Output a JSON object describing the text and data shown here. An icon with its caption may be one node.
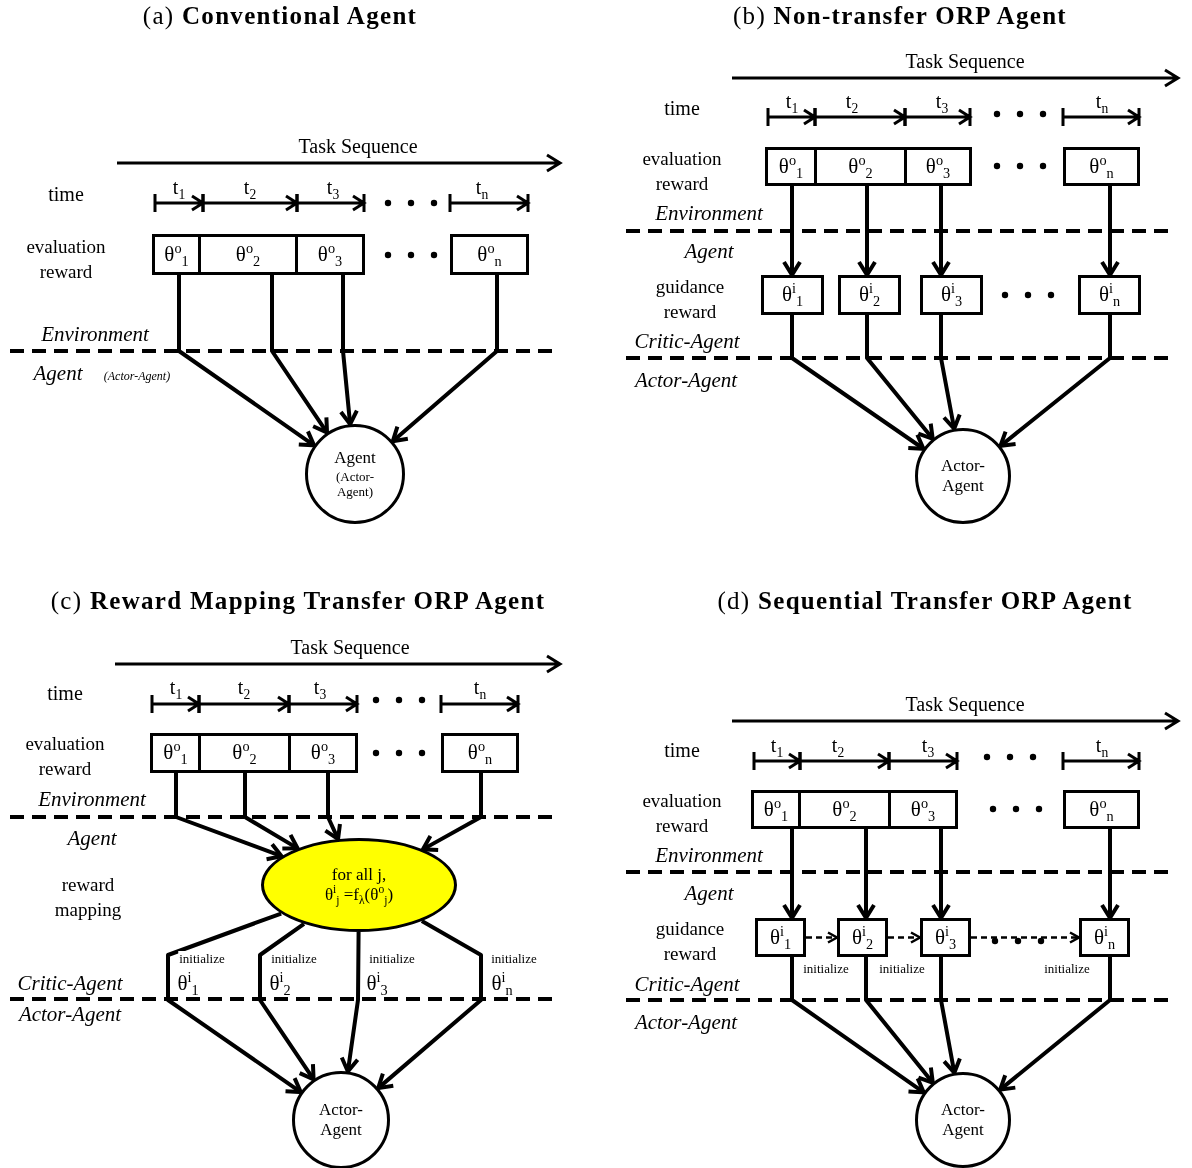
{
  "diagram": {
    "nodes": [
      {
        "text": [
          "θ$^{o}$$_{1}$"
        ]
      },
      {
        "text": [
          "θ$^{o}$$_{2}$"
        ]
      },
      {
        "text": [
          "θ$^{o}$$_{3}$"
        ]
      },
      {
        "text": [
          "θ$^{o}$$_{n}$"
        ]
      },
      {
        "text": [
          "Agent",
          "(Actor-Agent)"
        ]
      },
      {
        "text": [
          "θ$^{o}$$_{1}$"
        ]
      },
      {
        "text": [
          "θ$^{o}$$_{2}$"
        ]
      },
      {
        "text": [
          "θ$^{o}$$_{3}$"
        ]
      },
      {
        "text": [
          "θ$^{o}$$_{n}$"
        ]
      },
      {
        "text": [
          "θ$^{i}$$_{1}$"
        ]
      },
      {
        "text": [
          "θ$^{i}$$_{2}$"
        ]
      },
      {
        "text": [
          "θ$^{i}$$_{3}$"
        ]
      },
      {
        "text": [
          "θ$^{i}$$_{n}$"
        ]
      },
      {
        "text": [
          "Actor-Agent"
        ]
      },
      {
        "text": [
          "θ$^{o}$$_{1}$"
        ]
      },
      {
        "text": [
          "θ$^{o}$$_{2}$"
        ]
      },
      {
        "text": [
          "θ$^{o}$$_{3}$"
        ]
      },
      {
        "text": [
          "θ$^{o}$$_{n}$"
        ]
      },
      {
        "text": [
          "for all j,",
          "θ$^{i}$$_{j}$ =f$_{λ}$(θ$^{o}$$_{j}$)"
        ]
      },
      {
        "text": [
          "Actor-Agent"
        ]
      },
      {
        "text": [
          "θ$^{o}$$_{1}$"
        ]
      },
      {
        "text": [
          "θ$^{o}$$_{2}$"
        ]
      },
      {
        "text": [
          "θ$^{o}$$_{3}$"
        ]
      },
      {
        "text": [
          "θ$^{o}$$_{n}$"
        ]
      },
      {
        "text": [
          "θ$^{i}$$_{1}$"
        ]
      },
      {
        "text": [
          "θ$^{i}$$_{2}$"
        ]
      },
      {
        "text": [
          "θ$^{i}$$_{3}$"
        ]
      },
      {
        "text": [
          "θ$^{i}$$_{n}$"
        ]
      },
      {
        "text": [
          "Actor-Agent"
        ]
      }
    ],
    "edges": [
      {
        "from": 0,
        "to": 4,
        "arrow": "to"
      },
      {
        "from": 1,
        "to": 4,
        "arrow": "to"
      },
      {
        "from": 2,
        "to": 4,
        "arrow": "to"
      },
      {
        "from": 3,
        "to": 4,
        "arrow": "to"
      },
      {
        "from": 5,
        "to": 9,
        "arrow": "to"
      },
      {
        "from": 6,
        "to": 10,
        "arrow": "to"
      },
      {
        "from": 7,
        "to": 11,
        "arrow": "to"
      },
      {
        "from": 8,
        "to": 12,
        "arrow": "to"
      },
      {
        "from": 9,
        "to": 13,
        "arrow": "to"
      },
      {
        "from": 10,
        "to": 13,
        "arrow": "to"
      },
      {
        "from": 11,
        "to": 13,
        "arrow": "to"
      },
      {
        "from": 12,
        "to": 13,
        "arrow": "to"
      },
      {
        "from": 14,
        "to": 18,
        "arrow": "to"
      },
      {
        "from": 15,
        "to": 18,
        "arrow": "to"
      },
      {
        "from": 16,
        "to": 18,
        "arrow": "to"
      },
      {
        "from": 17,
        "to": 18,
        "arrow": "to"
      },
      {
        "from": 18,
        "to": 19,
        "arrow": "to",
        "label": "initialize"
      },
      {
        "from": 18,
        "to": 19,
        "arrow": "to",
        "label": "initialize"
      },
      {
        "from": 18,
        "to": 19,
        "arrow": "to",
        "label": "initialize"
      },
      {
        "from": 18,
        "to": 19,
        "arrow": "to",
        "label": "initialize"
      },
      {
        "from": 20,
        "to": 24,
        "arrow": "to"
      },
      {
        "from": 21,
        "to": 25,
        "arrow": "to"
      },
      {
        "from": 22,
        "to": 26,
        "arrow": "to"
      },
      {
        "from": 23,
        "to": 27,
        "arrow": "to"
      },
      {
        "from": 24,
        "to": 25,
        "arrow": "to",
        "label": "initialize",
        "style": "dashed"
      },
      {
        "from": 25,
        "to": 26,
        "arrow": "to",
        "label": "initialize",
        "style": "dashed"
      },
      {
        "from": 26,
        "to": 27,
        "arrow": "to",
        "label": "initialize",
        "style": "dashed"
      },
      {
        "from": 24,
        "to": 28,
        "arrow": "to"
      },
      {
        "from": 25,
        "to": 28,
        "arrow": "to"
      },
      {
        "from": 26,
        "to": 28,
        "arrow": "to"
      },
      {
        "from": 27,
        "to": 28,
        "arrow": "to"
      }
    ],
    "labels": [
      "(a) **Conventional Agent**",
      "Task Sequence",
      "time",
      "t$_{1}$",
      "t$_{2}$",
      "t$_{3}$",
      "t$_{n}$",
      "evaluation reward",
      "Environment",
      "Agent",
      "(Actor-Agent)",
      "(b) **Non-transfer ORP Agent**",
      "Task Sequence",
      "time",
      "t$_{1}$",
      "t$_{2}$",
      "t$_{3}$",
      "t$_{n}$",
      "evaluation reward",
      "Environment",
      "Agent",
      "guidance reward",
      "Critic-Agent",
      "Actor-Agent",
      "(c) **Reward Mapping Transfer ORP Agent**",
      "Task Sequence",
      "time",
      "t$_{1}$",
      "t$_{2}$",
      "t$_{3}$",
      "t$_{n}$",
      "evaluation reward",
      "Environment",
      "Agent",
      "reward mapping",
      "Critic-Agent",
      "Actor-Agent",
      "θ$^{i}$$_{1}$",
      "θ$^{i}$$_{2}$",
      "θ$^{i}$$_{3}$",
      "θ$^{i}$$_{n}$",
      "(d) **Sequential Transfer ORP Agent**",
      "Task Sequence",
      "time",
      "t$_{1}$",
      "t$_{2}$",
      "t$_{3}$",
      "t$_{n}$",
      "evaluation reward",
      "Environment",
      "Agent",
      "guidance reward",
      "Critic-Agent",
      "Actor-Agent"
    ]
  }
}
